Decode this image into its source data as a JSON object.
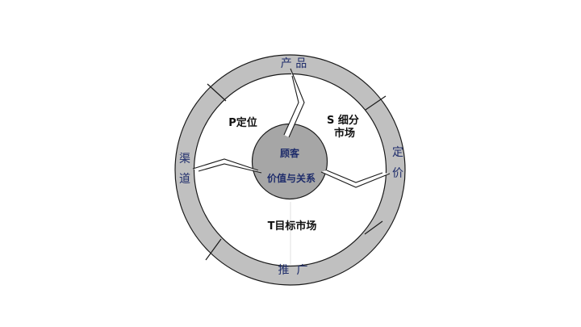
{
  "diagram": {
    "type": "STP-4P customer value cycle",
    "colors": {
      "ring_fill": "#c0c0c0",
      "center_fill": "#a6a6a6",
      "stroke": "#1a1a1a",
      "ring_text": "#1f2d6b",
      "quad_text": "#111111"
    },
    "center": {
      "line1": "顾客",
      "line2": "价值与关系"
    },
    "quadrants": {
      "positioning": "P定位",
      "segmentation_line1": "S 细分",
      "segmentation_line2": "市场",
      "targeting": "T目标市场"
    },
    "ring": {
      "product": "产 品",
      "price_line1": "定",
      "price_line2": "价",
      "promotion": "推  广",
      "channel_line1": "渠",
      "channel_line2": "道"
    }
  }
}
